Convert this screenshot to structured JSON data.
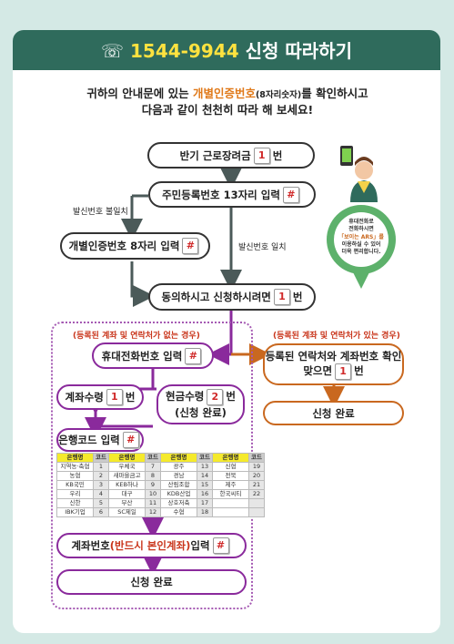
{
  "title": {
    "phone_icon": "☏",
    "number": "1544-9944",
    "suffix": "신청 따라하기"
  },
  "intro": {
    "line1_a": "귀하의 안내문에 있는 ",
    "line1_hl": "개별인증번호",
    "line1_small": "(8자리숫자)",
    "line1_b": "를 확인하시고",
    "line2": "다음과 같이 천천히 따라 해 보세요!"
  },
  "flow": {
    "step1": {
      "text": "반기 근로장려금",
      "key": "1",
      "suffix": "번"
    },
    "step2": {
      "text": "주민등록번호 13자리 입력",
      "key": "#"
    },
    "branch_left_label": "발신번호 불일치",
    "branch_right_label": "발신번호 일치",
    "step3": {
      "text": "개별인증번호 8자리 입력",
      "key": "#"
    },
    "step4": {
      "text": "동의하시고 신청하시려면",
      "key": "1",
      "suffix": "번"
    },
    "left_case_label": "(등록된 계좌 및 연락처가 없는 경우)",
    "right_case_label": "(등록된 계좌 및 연락처가 있는 경우)",
    "phone_input": {
      "text": "휴대전화번호 입력",
      "key": "#"
    },
    "confirm": {
      "line1": "등록된 연락처와 계좌번호 확인",
      "line2_a": "맞으면",
      "key": "1",
      "line2_b": "번"
    },
    "done_right": "신청 완료",
    "account_receipt": {
      "text": "계좌수령",
      "key": "1",
      "suffix": "번"
    },
    "cash_receipt": {
      "text": "현금수령",
      "key": "2",
      "suffix": "번",
      "line2": "(신청 완료)"
    },
    "bank_code": {
      "text": "은행코드 입력",
      "key": "#"
    },
    "account_input": {
      "text_a": "계좌번호",
      "text_red": "(반드시 본인계좌)",
      "text_b": " 입력",
      "key": "#"
    },
    "done_left": "신청 완료"
  },
  "bank_table": {
    "header": [
      [
        "은행명",
        "코드"
      ],
      [
        "은행명",
        "코드"
      ],
      [
        "은행명",
        "코드"
      ],
      [
        "은행명",
        "코드"
      ]
    ],
    "rows": [
      [
        [
          "지역농·축협",
          "1"
        ],
        [
          "우체국",
          "7"
        ],
        [
          "광주",
          "13"
        ],
        [
          "신협",
          "19"
        ]
      ],
      [
        [
          "농협",
          "2"
        ],
        [
          "새마을금고",
          "8"
        ],
        [
          "경남",
          "14"
        ],
        [
          "전북",
          "20"
        ]
      ],
      [
        [
          "KB국민",
          "3"
        ],
        [
          "KEB하나",
          "9"
        ],
        [
          "산림조합",
          "15"
        ],
        [
          "제주",
          "21"
        ]
      ],
      [
        [
          "우리",
          "4"
        ],
        [
          "대구",
          "10"
        ],
        [
          "KDB산업",
          "16"
        ],
        [
          "한국씨티",
          "22"
        ]
      ],
      [
        [
          "신한",
          "5"
        ],
        [
          "부산",
          "11"
        ],
        [
          "상호저축",
          "17"
        ],
        [
          "",
          ""
        ]
      ],
      [
        [
          "IBK기업",
          "6"
        ],
        [
          "SC제일",
          "12"
        ],
        [
          "수협",
          "18"
        ],
        [
          "",
          ""
        ]
      ]
    ]
  },
  "bubble": {
    "line1": "휴대전화로",
    "line2": "전화하시면",
    "line3": "「보이는 ARS」를",
    "line4": "이용하실 수 있어",
    "line5": "더욱 편리합니다."
  },
  "colors": {
    "title_bg": "#2f6b5c",
    "page_bg": "#d4e9e5",
    "accent_orange": "#c9681f",
    "accent_purple": "#8a2a9c",
    "bubble_green": "#5db16b"
  }
}
